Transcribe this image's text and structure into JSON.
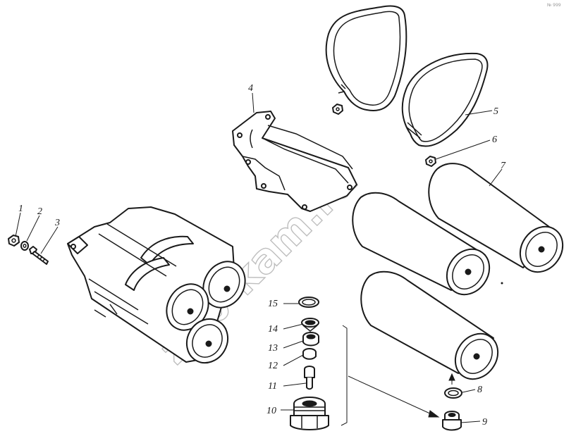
{
  "diagram": {
    "callouts": [
      {
        "id": "1",
        "label": "1",
        "part": "nut"
      },
      {
        "id": "2",
        "label": "2",
        "part": "washer"
      },
      {
        "id": "3",
        "label": "3",
        "part": "bolt"
      },
      {
        "id": "4",
        "label": "4",
        "part": "bracket"
      },
      {
        "id": "5",
        "label": "5",
        "part": "strap"
      },
      {
        "id": "6",
        "label": "6",
        "part": "nut"
      },
      {
        "id": "7",
        "label": "7",
        "part": "air-receiver"
      },
      {
        "id": "8",
        "label": "8",
        "part": "sealing-ring"
      },
      {
        "id": "9",
        "label": "9",
        "part": "drain-plug"
      },
      {
        "id": "10",
        "label": "10",
        "part": "valve-body"
      },
      {
        "id": "11",
        "label": "11",
        "part": "valve-stem"
      },
      {
        "id": "12",
        "label": "12",
        "part": "valve-seal"
      },
      {
        "id": "13",
        "label": "13",
        "part": "spring-seat"
      },
      {
        "id": "14",
        "label": "14",
        "part": "spring"
      },
      {
        "id": "15",
        "label": "15",
        "part": "retaining-ring"
      }
    ],
    "watermark": "zap-kam.ru",
    "corner_mark": "№ 999"
  }
}
